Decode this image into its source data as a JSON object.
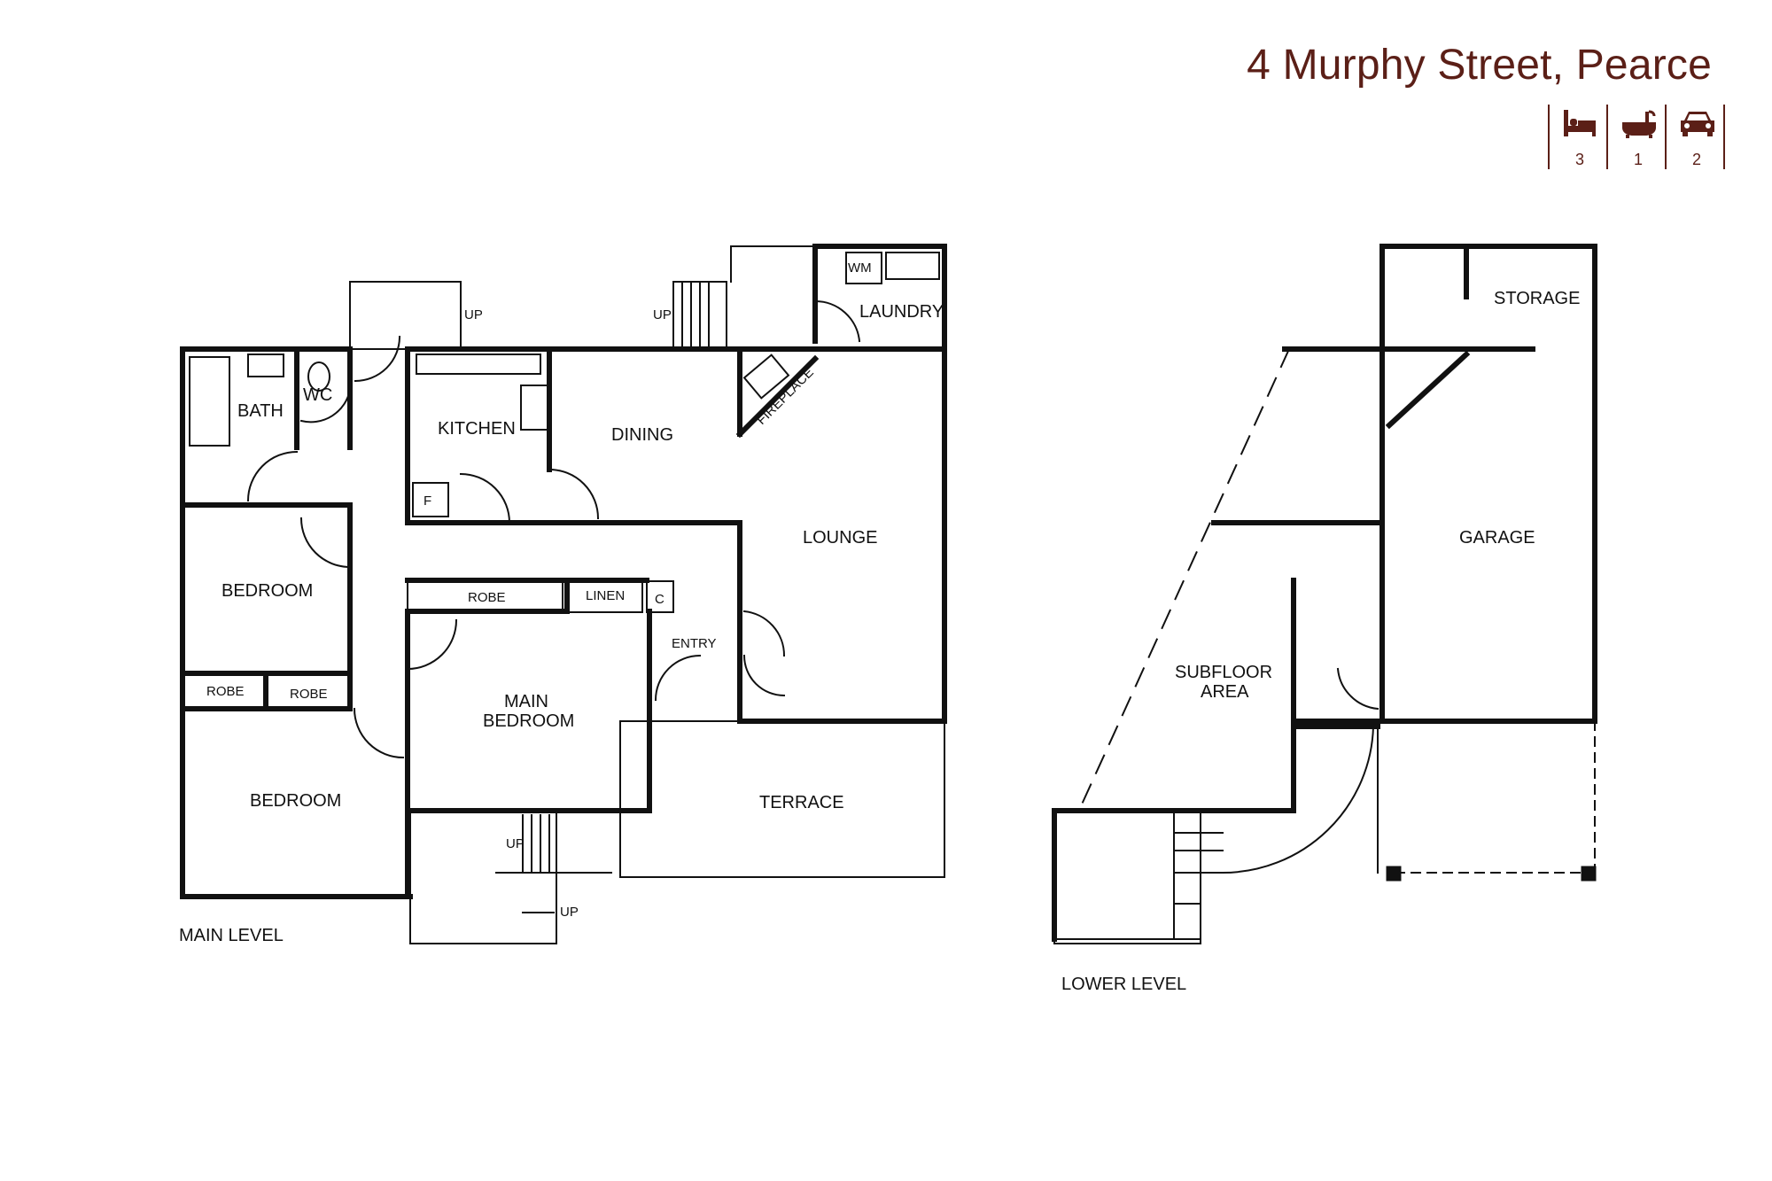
{
  "header": {
    "address": "4 Murphy Street, Pearce",
    "bedrooms": "3",
    "bathrooms": "1",
    "car_spaces": "2",
    "icons": [
      "bed-icon",
      "bath-icon",
      "car-icon"
    ],
    "accent_color": "#5b1f17"
  },
  "main_level": {
    "caption": "MAIN LEVEL",
    "rooms": {
      "bath": "BATH",
      "wc": "WC",
      "kitchen": "KITCHEN",
      "dining": "DINING",
      "laundry": "LAUNDRY",
      "wm": "WM",
      "fireplace": "FIREPLACE",
      "lounge": "LOUNGE",
      "bedroom_1": "BEDROOM",
      "robe_1": "ROBE",
      "robe_2": "ROBE",
      "bedroom_2": "BEDROOM",
      "robe_3": "ROBE",
      "linen": "LINEN",
      "cupboard": "C",
      "fridge": "F",
      "entry": "ENTRY",
      "main_bedroom_line1": "MAIN",
      "main_bedroom_line2": "BEDROOM",
      "terrace": "TERRACE"
    },
    "stairs": [
      "UP",
      "UP",
      "UP",
      "UP"
    ]
  },
  "lower_level": {
    "caption": "LOWER LEVEL",
    "rooms": {
      "storage": "STORAGE",
      "garage": "GARAGE",
      "subfloor_line1": "SUBFLOOR",
      "subfloor_line2": "AREA"
    }
  }
}
